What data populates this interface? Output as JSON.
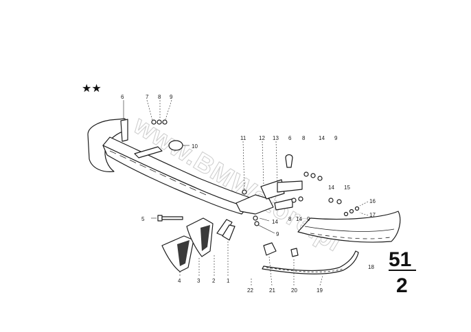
{
  "diagram": {
    "stars": "★★",
    "group_number_top": "51",
    "group_number_bottom": "2",
    "watermark": "www.BMWstore.pl"
  },
  "callouts": [
    "6",
    "7",
    "8",
    "9",
    "10",
    "11",
    "12",
    "13",
    "6",
    "8",
    "14",
    "9",
    "14",
    "15",
    "16",
    "17",
    "5",
    "14",
    "8",
    "14",
    "9",
    "9",
    "4",
    "3",
    "2",
    "1",
    "22",
    "21",
    "20",
    "19",
    "18"
  ]
}
